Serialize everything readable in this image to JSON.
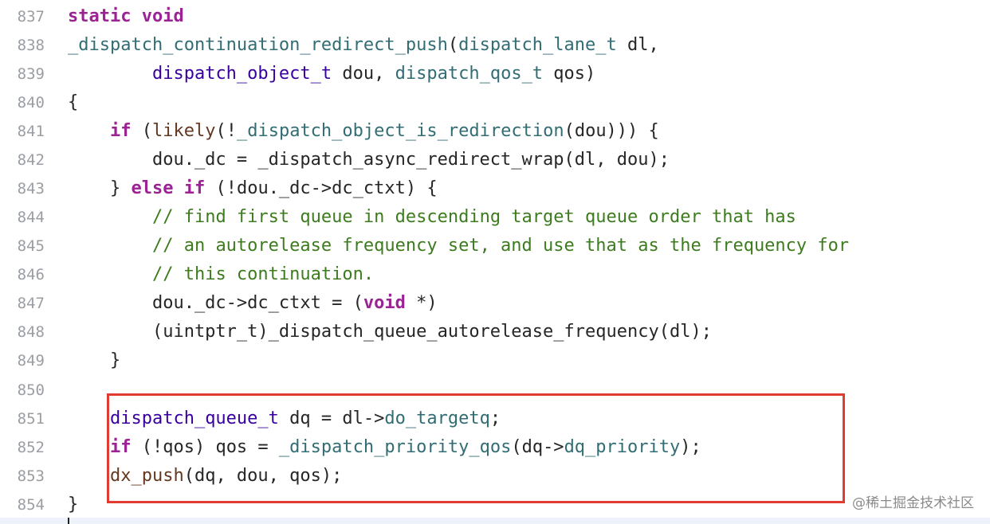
{
  "editor": {
    "lines": [
      {
        "num": "837",
        "tokens": [
          {
            "t": "static",
            "c": "kw"
          },
          {
            "t": " "
          },
          {
            "t": "void",
            "c": "kw"
          }
        ]
      },
      {
        "num": "838",
        "tokens": [
          {
            "t": "_dispatch_continuation_redirect_push",
            "c": "fn"
          },
          {
            "t": "("
          },
          {
            "t": "dispatch_lane_t",
            "c": "fn"
          },
          {
            "t": " dl,"
          }
        ]
      },
      {
        "num": "839",
        "tokens": [
          {
            "t": "        "
          },
          {
            "t": "dispatch_object_t",
            "c": "ty"
          },
          {
            "t": " dou, "
          },
          {
            "t": "dispatch_qos_t",
            "c": "fn"
          },
          {
            "t": " qos)"
          }
        ]
      },
      {
        "num": "840",
        "tokens": [
          {
            "t": "{"
          }
        ]
      },
      {
        "num": "841",
        "tokens": [
          {
            "t": "    "
          },
          {
            "t": "if",
            "c": "kw"
          },
          {
            "t": " ("
          },
          {
            "t": "likely",
            "c": "mac"
          },
          {
            "t": "(!"
          },
          {
            "t": "_dispatch_object_is_redirection",
            "c": "fn"
          },
          {
            "t": "(dou))) {"
          }
        ]
      },
      {
        "num": "842",
        "tokens": [
          {
            "t": "        dou._dc = _dispatch_async_redirect_wrap(dl, dou);"
          }
        ]
      },
      {
        "num": "843",
        "tokens": [
          {
            "t": "    } "
          },
          {
            "t": "else",
            "c": "kw"
          },
          {
            "t": " "
          },
          {
            "t": "if",
            "c": "kw"
          },
          {
            "t": " (!dou._dc->dc_ctxt) {"
          }
        ]
      },
      {
        "num": "844",
        "tokens": [
          {
            "t": "        "
          },
          {
            "t": "// find first queue in descending target queue order that has",
            "c": "cm"
          }
        ]
      },
      {
        "num": "845",
        "tokens": [
          {
            "t": "        "
          },
          {
            "t": "// an autorelease frequency set, and use that as the frequency for",
            "c": "cm"
          }
        ]
      },
      {
        "num": "846",
        "tokens": [
          {
            "t": "        "
          },
          {
            "t": "// this continuation.",
            "c": "cm"
          }
        ]
      },
      {
        "num": "847",
        "tokens": [
          {
            "t": "        dou._dc->dc_ctxt = ("
          },
          {
            "t": "void",
            "c": "kw"
          },
          {
            "t": " *)"
          }
        ]
      },
      {
        "num": "848",
        "tokens": [
          {
            "t": "        (uintptr_t)_dispatch_queue_autorelease_frequency(dl);"
          }
        ]
      },
      {
        "num": "849",
        "tokens": [
          {
            "t": "    }"
          }
        ]
      },
      {
        "num": "850",
        "tokens": [
          {
            "t": ""
          }
        ]
      },
      {
        "num": "851",
        "tokens": [
          {
            "t": "    "
          },
          {
            "t": "dispatch_queue_t",
            "c": "ty"
          },
          {
            "t": " dq = dl->"
          },
          {
            "t": "do_targetq",
            "c": "fn"
          },
          {
            "t": ";"
          }
        ]
      },
      {
        "num": "852",
        "tokens": [
          {
            "t": "    "
          },
          {
            "t": "if",
            "c": "kw"
          },
          {
            "t": " (!qos) qos = "
          },
          {
            "t": "_dispatch_priority_qos",
            "c": "fn"
          },
          {
            "t": "(dq->"
          },
          {
            "t": "dq_priority",
            "c": "fn"
          },
          {
            "t": ");"
          }
        ]
      },
      {
        "num": "853",
        "tokens": [
          {
            "t": "    "
          },
          {
            "t": "dx_push",
            "c": "mac"
          },
          {
            "t": "(dq, dou, qos);"
          }
        ]
      },
      {
        "num": "854",
        "tokens": [
          {
            "t": "}"
          }
        ]
      }
    ]
  },
  "watermark": "@稀土掘金技术社区",
  "colors": {
    "keyword": "#9b2393",
    "function": "#326d74",
    "type": "#3900a0",
    "comment": "#3c7c1e",
    "macro": "#643820",
    "plain": "#262626",
    "line_number": "#9a9ea3",
    "highlight_border": "#e03c31"
  }
}
